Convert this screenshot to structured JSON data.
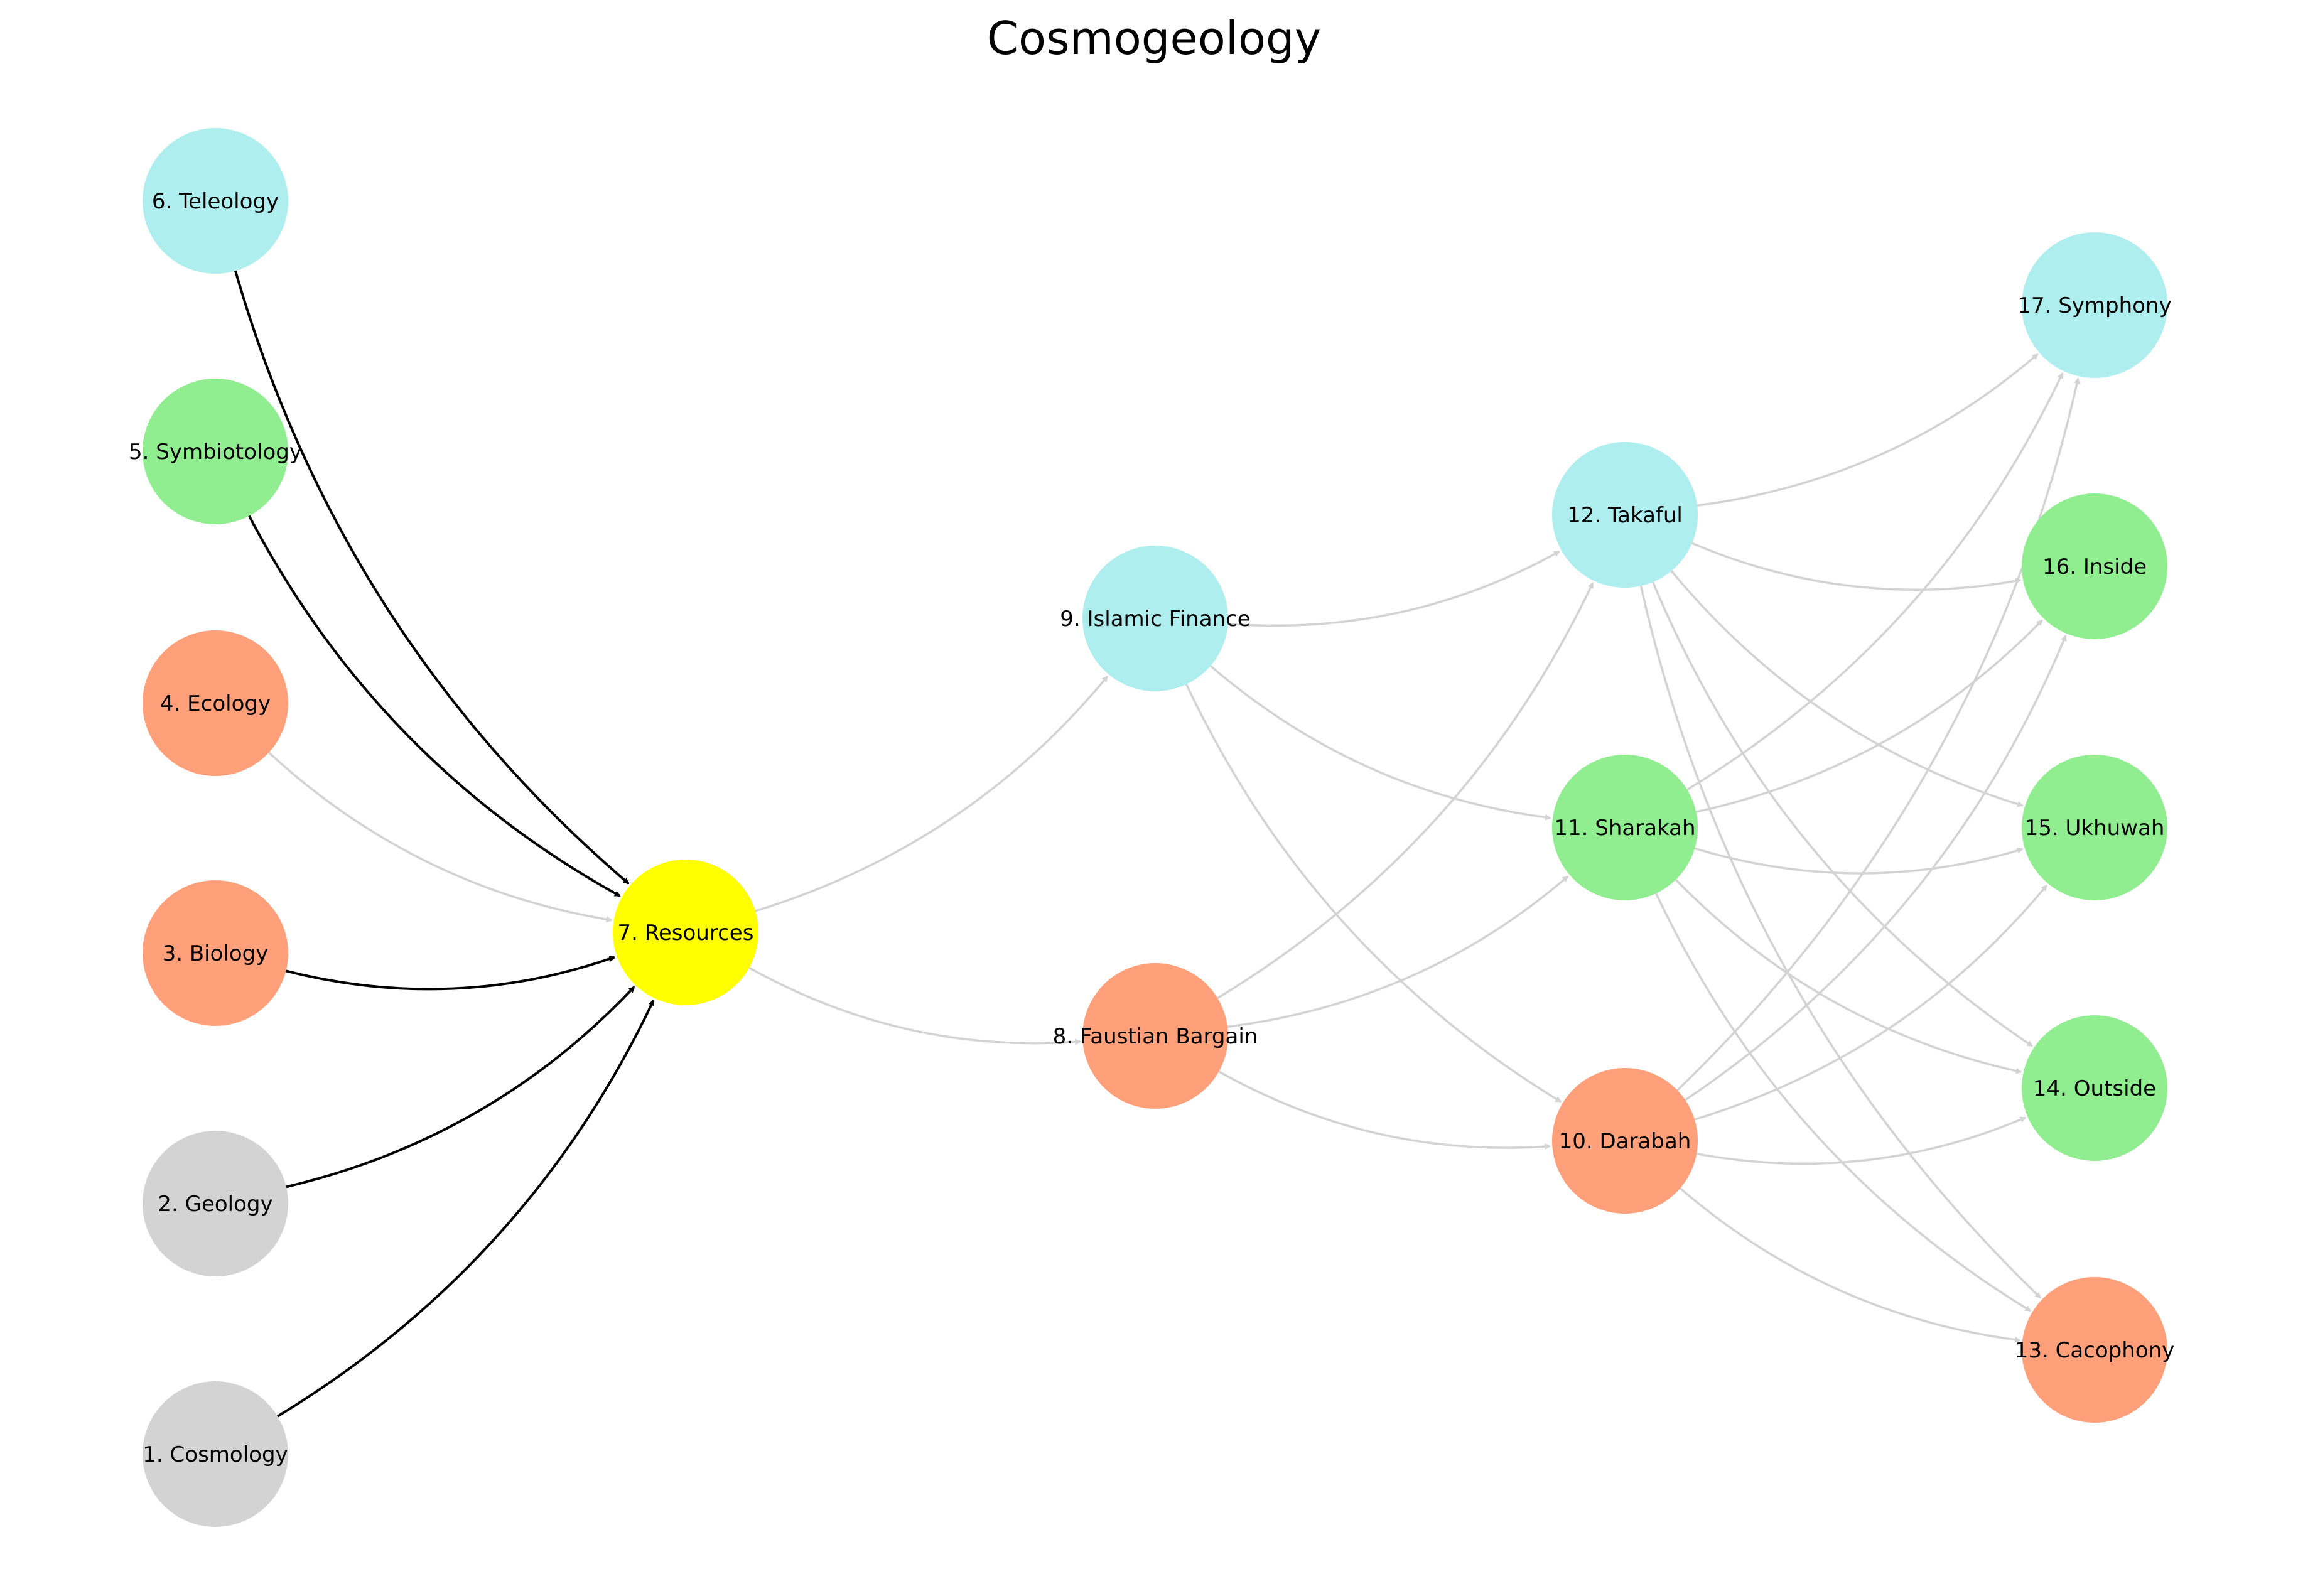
{
  "title": "Cosmogeology",
  "colors": {
    "grey": "#d3d3d3",
    "salmon": "#ffa07a",
    "green": "#90ee90",
    "cyan": "#afeeee",
    "yellow": "#ffff00",
    "edge_dark": "#000000",
    "edge_light": "#d3d3d3"
  },
  "nodes": [
    {
      "id": "n1",
      "label": "1. Cosmology",
      "color": "grey"
    },
    {
      "id": "n2",
      "label": "2. Geology",
      "color": "grey"
    },
    {
      "id": "n3",
      "label": "3. Biology",
      "color": "salmon"
    },
    {
      "id": "n4",
      "label": "4. Ecology",
      "color": "salmon"
    },
    {
      "id": "n5",
      "label": "5. Symbiotology",
      "color": "green"
    },
    {
      "id": "n6",
      "label": "6. Teleology",
      "color": "cyan"
    },
    {
      "id": "n7",
      "label": "7. Resources",
      "color": "yellow"
    },
    {
      "id": "n8",
      "label": "8. Faustian Bargain",
      "color": "salmon"
    },
    {
      "id": "n9",
      "label": "9. Islamic Finance",
      "color": "cyan"
    },
    {
      "id": "n10",
      "label": "10. Darabah",
      "color": "salmon"
    },
    {
      "id": "n11",
      "label": "11. Sharakah",
      "color": "green"
    },
    {
      "id": "n12",
      "label": "12. Takaful",
      "color": "cyan"
    },
    {
      "id": "n13",
      "label": "13. Cacophony",
      "color": "salmon"
    },
    {
      "id": "n14",
      "label": "14. Outside",
      "color": "green"
    },
    {
      "id": "n15",
      "label": "15. Ukhuwah",
      "color": "green"
    },
    {
      "id": "n16",
      "label": "16. Inside",
      "color": "green"
    },
    {
      "id": "n17",
      "label": "17. Symphony",
      "color": "cyan"
    }
  ],
  "edges": [
    {
      "from": "n1",
      "to": "n7",
      "style": "dark"
    },
    {
      "from": "n2",
      "to": "n7",
      "style": "dark"
    },
    {
      "from": "n3",
      "to": "n7",
      "style": "dark"
    },
    {
      "from": "n4",
      "to": "n7",
      "style": "light"
    },
    {
      "from": "n5",
      "to": "n7",
      "style": "dark"
    },
    {
      "from": "n6",
      "to": "n7",
      "style": "dark"
    },
    {
      "from": "n7",
      "to": "n8",
      "style": "light"
    },
    {
      "from": "n7",
      "to": "n9",
      "style": "light"
    },
    {
      "from": "n8",
      "to": "n10",
      "style": "light"
    },
    {
      "from": "n8",
      "to": "n11",
      "style": "light"
    },
    {
      "from": "n8",
      "to": "n12",
      "style": "light"
    },
    {
      "from": "n9",
      "to": "n10",
      "style": "light"
    },
    {
      "from": "n9",
      "to": "n11",
      "style": "light"
    },
    {
      "from": "n9",
      "to": "n12",
      "style": "light"
    },
    {
      "from": "n10",
      "to": "n13",
      "style": "light"
    },
    {
      "from": "n10",
      "to": "n14",
      "style": "light"
    },
    {
      "from": "n10",
      "to": "n15",
      "style": "light"
    },
    {
      "from": "n10",
      "to": "n16",
      "style": "light"
    },
    {
      "from": "n10",
      "to": "n17",
      "style": "light"
    },
    {
      "from": "n11",
      "to": "n13",
      "style": "light"
    },
    {
      "from": "n11",
      "to": "n14",
      "style": "light"
    },
    {
      "from": "n11",
      "to": "n15",
      "style": "light"
    },
    {
      "from": "n11",
      "to": "n16",
      "style": "light"
    },
    {
      "from": "n11",
      "to": "n17",
      "style": "light"
    },
    {
      "from": "n12",
      "to": "n13",
      "style": "light"
    },
    {
      "from": "n12",
      "to": "n14",
      "style": "light"
    },
    {
      "from": "n12",
      "to": "n15",
      "style": "light"
    },
    {
      "from": "n12",
      "to": "n16",
      "style": "light"
    },
    {
      "from": "n12",
      "to": "n17",
      "style": "light"
    }
  ]
}
